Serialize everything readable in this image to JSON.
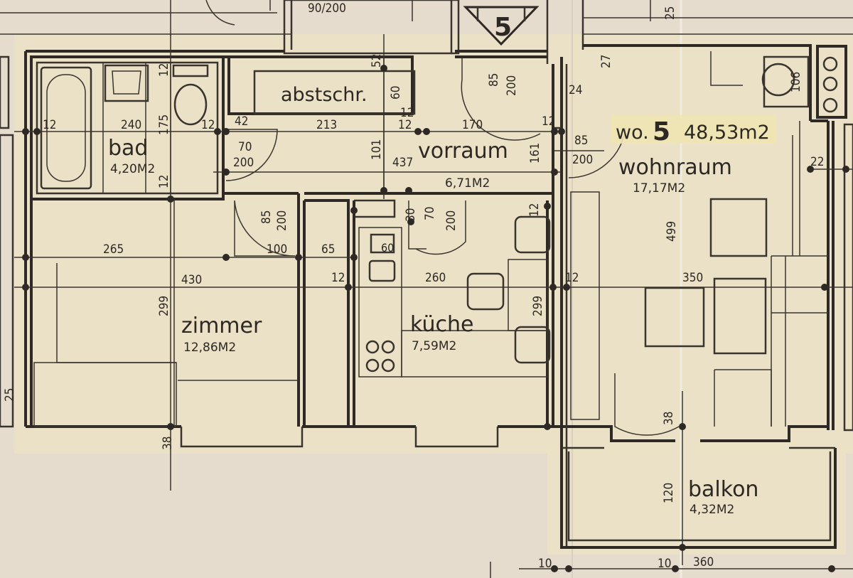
{
  "plan": {
    "unit_label": "wo.",
    "unit_number": "5",
    "unit_area": "48,53m2",
    "stair_number": "5",
    "top_dim": "90/200",
    "rooms": {
      "bad": {
        "name": "bad",
        "area": "4,20M2"
      },
      "abstschr": {
        "name": "abstschr.",
        "area": ""
      },
      "vorraum": {
        "name": "vorraum",
        "area": "6,71M2"
      },
      "zimmer": {
        "name": "zimmer",
        "area": "12,86M2"
      },
      "kueche": {
        "name": "küche",
        "area": "7,59M2"
      },
      "wohnraum": {
        "name": "wohnraum",
        "area": "17,17M2"
      },
      "balkon": {
        "name": "balkon",
        "area": "4,32M2"
      }
    },
    "dims": {
      "d240": "240",
      "d175": "175",
      "d12": "12",
      "d42": "42",
      "d213": "213",
      "d170": "170",
      "d70": "70",
      "d200": "200",
      "d101": "101",
      "d437": "437",
      "d161": "161",
      "d85": "85",
      "d60": "60",
      "d52": "52",
      "d265": "265",
      "d100": "100",
      "d65": "65",
      "d430": "430",
      "d260": "260",
      "d299": "299",
      "d38": "38",
      "d30": "30",
      "d24": "24",
      "d27": "27",
      "d106": "106",
      "d22": "22",
      "d499": "499",
      "d350": "350",
      "d120": "120",
      "d10": "10",
      "d360": "360",
      "d25": "25"
    }
  }
}
